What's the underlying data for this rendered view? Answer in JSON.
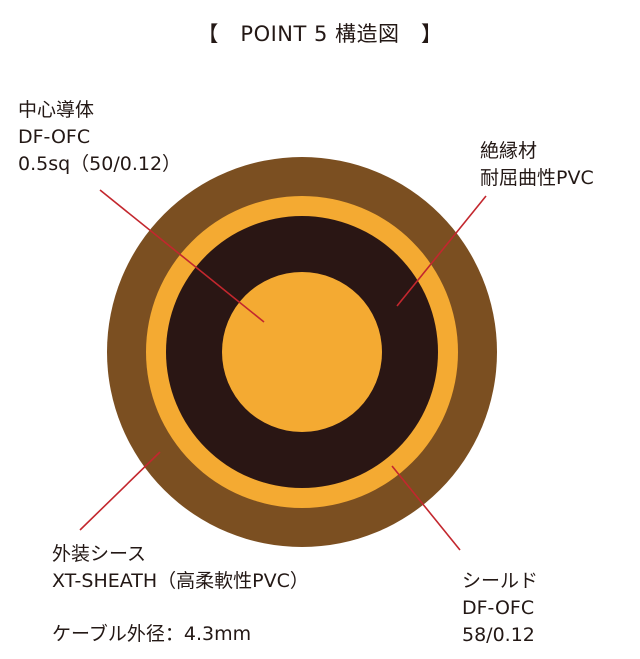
{
  "title": "【　POINT 5 構造図　】",
  "colors": {
    "outer_sheath": "#7b4f21",
    "shield": "#f4aa32",
    "insulation": "#2a1614",
    "conductor": "#f4aa32",
    "leader": "#c3272e",
    "text": "#231815"
  },
  "labels": {
    "conductor": {
      "lines": [
        "中心導体",
        "DF-OFC",
        "0.5sq（50/0.12）"
      ]
    },
    "insulation": {
      "lines": [
        "絶縁材",
        "耐屈曲性PVC"
      ]
    },
    "sheath": {
      "lines": [
        "外装シース",
        "XT-SHEATH（高柔軟性PVC）"
      ]
    },
    "shield": {
      "lines": [
        "シールド",
        "DF-OFC",
        "58/0.12"
      ]
    },
    "diameter": "ケーブル外径：4.3mm"
  }
}
